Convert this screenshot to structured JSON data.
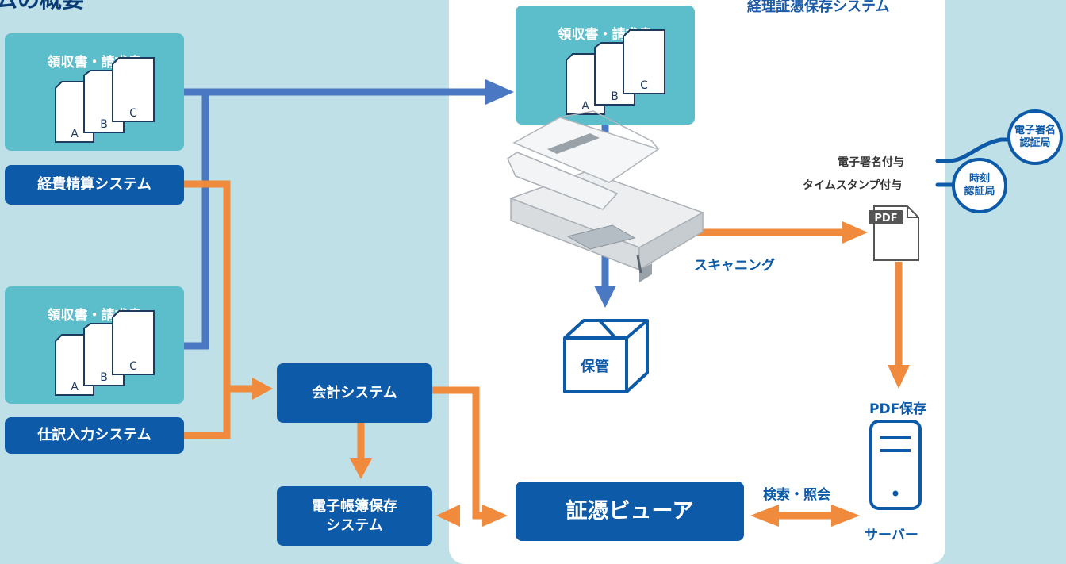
{
  "header": {
    "left_title": "ムの概要",
    "right_title": "経理証憑保存システム"
  },
  "documents": {
    "card_label": "領収書・請求書",
    "page_a": "A",
    "page_b": "B",
    "page_c": "C"
  },
  "sources": {
    "expense_system": "経費精算システム",
    "journal_system": "仕訳入力システム"
  },
  "processing": {
    "accounting_system": "会計システム",
    "ebook_storage_line1": "電子帳簿保存",
    "ebook_storage_line2": "システム",
    "voucher_viewer": "証憑ビューア",
    "storage_box": "保管",
    "scanning": "スキャニング",
    "pdf_tag": "PDF",
    "pdf_save": "PDF保存",
    "search_reference": "検索・照会",
    "server": "サーバー"
  },
  "signatures": {
    "digital_signature": "電子署名付与",
    "timestamp": "タイムスタンプ付与",
    "sig_authority_line1": "電子署名",
    "sig_authority_line2": "認証局",
    "time_authority_line1": "時刻",
    "time_authority_line2": "認証局"
  },
  "colors": {
    "background": "#bfe0e6",
    "panel": "#ffffff",
    "teal_card": "#5cbdcb",
    "dark_blue": "#0d5aa8",
    "arrow_blue": "#4a78c2",
    "arrow_orange": "#f08a3c"
  }
}
